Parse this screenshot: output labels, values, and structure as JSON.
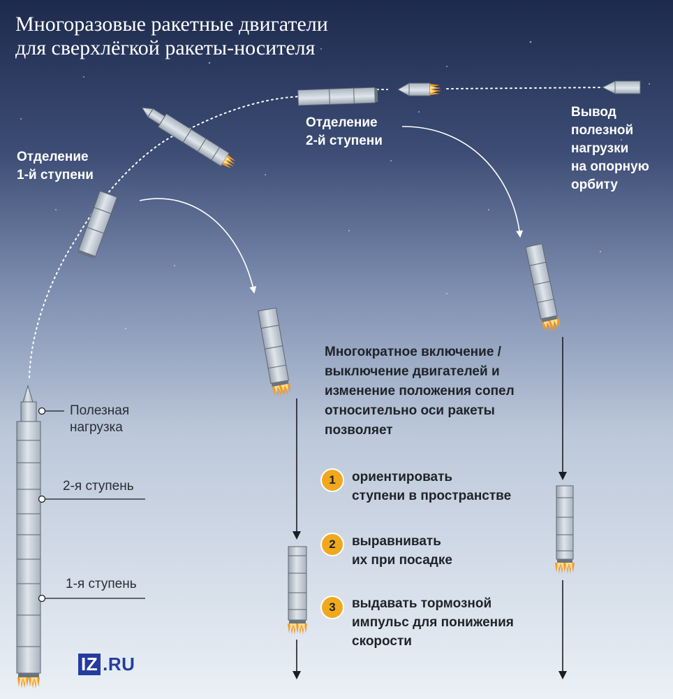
{
  "title": {
    "line1": "Многоразовые ракетные двигатели",
    "line2": "для сверхлёгкой ракеты-носителя"
  },
  "labels": {
    "payload": {
      "line1": "Полезная",
      "line2": "нагрузка"
    },
    "stage2": "2-я ступень",
    "stage1": "1-я ступень"
  },
  "events": {
    "separation1": {
      "line1": "Отделение",
      "line2": "1-й ступени"
    },
    "separation2": {
      "line1": "Отделение",
      "line2": "2-й ступени"
    },
    "orbit": {
      "line1": "Вывод",
      "line2": "полезной",
      "line3": "нагрузки",
      "line4": "на опорную",
      "line5": "орбиту"
    }
  },
  "info": {
    "heading": {
      "line1": "Многократное включение /",
      "line2": "выключение двигателей и",
      "line3": "изменение положения сопел",
      "line4": "относительно оси ракеты",
      "line5": "позволяет"
    },
    "items": [
      {
        "number": "1",
        "line1": "ориентировать",
        "line2": "ступени в пространстве"
      },
      {
        "number": "2",
        "line1": "выравнивать",
        "line2": "их при посадке"
      },
      {
        "number": "3",
        "line1": "выдавать тормозной",
        "line2": "импульс для понижения",
        "line3": "скорости"
      }
    ]
  },
  "logo": {
    "box": "IZ",
    "text": ".RU"
  },
  "colors": {
    "sky_top": "#1d2a4d",
    "sky_bottom": "#eaf0f6",
    "rocket_body": "#c2cbd4",
    "flame": "#f39a2a",
    "badge": "#f0a81e",
    "logo": "#253c9e"
  }
}
